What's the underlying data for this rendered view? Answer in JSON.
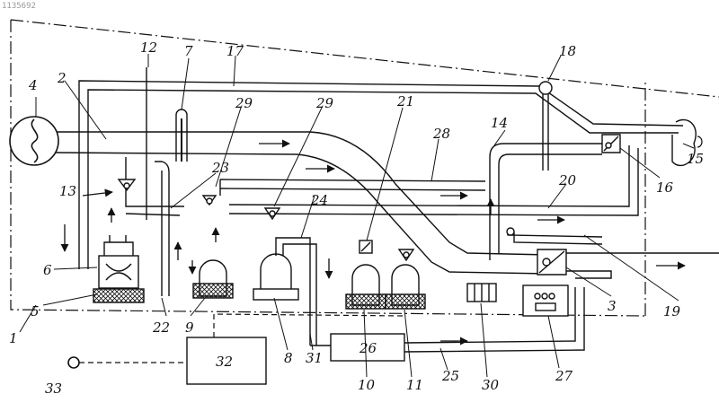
{
  "corner_code": "1135692",
  "labels": {
    "l1": "1",
    "l2": "2",
    "l3": "3",
    "l4": "4",
    "l5": "5",
    "l6": "6",
    "l7": "7",
    "l8": "8",
    "l9": "9",
    "l10": "10",
    "l11": "11",
    "l12": "12",
    "l13": "13",
    "l14": "14",
    "l15": "15",
    "l16": "16",
    "l17": "17",
    "l18": "18",
    "l19": "19",
    "l20": "20",
    "l21": "21",
    "l22": "22",
    "l23": "23",
    "l24": "24",
    "l25": "25",
    "l26": "26",
    "l27": "27",
    "l28": "28",
    "l29a": "29",
    "l29b": "29",
    "l30": "30",
    "l31": "31",
    "l32": "32",
    "l33": "33"
  }
}
